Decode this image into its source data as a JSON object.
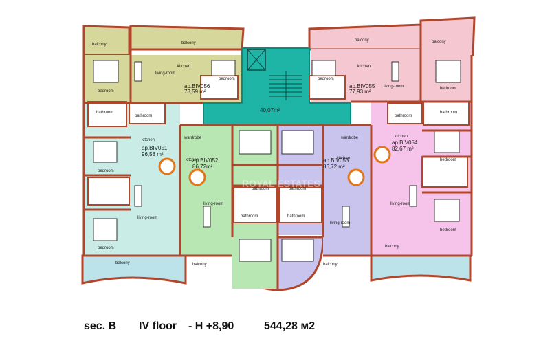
{
  "common_area": "40,07m²",
  "apartments": {
    "biv056": {
      "name": "ap.BIV056",
      "area": "73,59 m²",
      "color": "#d6d79a"
    },
    "biv055": {
      "name": "ap.BIV055",
      "area": "77,93 m²",
      "color": "#f5c7d0"
    },
    "biv051": {
      "name": "ap.BIV051",
      "area": "96,58 m²",
      "color": "#c9ede6"
    },
    "biv052": {
      "name": "ap.BIV052",
      "area": "86,72m²",
      "color": "#b9e7b3"
    },
    "biv053": {
      "name": "ap.BIV053",
      "area": "86,72 m²",
      "color": "#c9c4ee"
    },
    "biv054": {
      "name": "ap.BIV054",
      "area": "82,67 m²",
      "color": "#f6c4ea"
    }
  },
  "room_labels": {
    "balcony": "balcony",
    "bedroom": "bedroom",
    "bathroom": "bathroom",
    "kitchen": "kitchen",
    "living_room": "living-room",
    "wardrobe": "wardrobe"
  },
  "watermark": "ROYAL ESTATES",
  "footer": {
    "section": "sec.  B",
    "floor": "IV floor",
    "height": "- H  +8,90",
    "area": "544,28 м2"
  },
  "colors": {
    "wall": "#b0472c",
    "stair": "#1fb5a6",
    "stair_dark": "#0d8a7e",
    "balcony": "#bde3ea",
    "furniture_accent": "#e1761b",
    "door": "#1f8fd0"
  }
}
